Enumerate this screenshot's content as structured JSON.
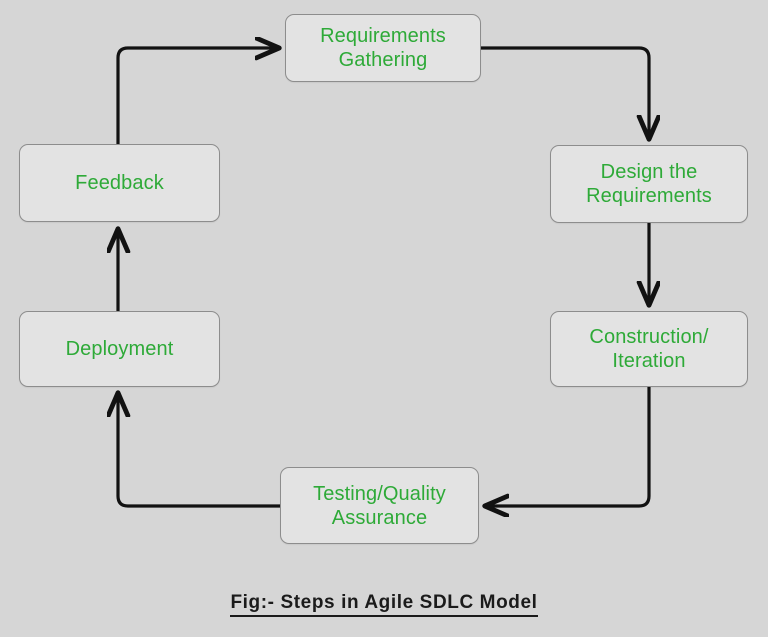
{
  "diagram": {
    "title": "Steps in Agile SDLC Model",
    "caption": "Fig:- Steps in Agile SDLC Model",
    "background_color": "#d6d6d6",
    "node_fill_color": "#e3e3e3",
    "node_border_color": "#8d8d8d",
    "node_text_color": "#2eaa38",
    "arrow_color": "#121212",
    "caption_color": "#1b1b1b",
    "type": "cycle-flowchart",
    "nodes": [
      {
        "id": "requirements",
        "label": "Requirements\nGathering"
      },
      {
        "id": "design",
        "label": "Design the\nRequirements"
      },
      {
        "id": "construction",
        "label": "Construction/\nIteration"
      },
      {
        "id": "testing",
        "label": "Testing/Quality\nAssurance"
      },
      {
        "id": "deployment",
        "label": "Deployment"
      },
      {
        "id": "feedback",
        "label": "Feedback"
      }
    ],
    "edges": [
      {
        "from": "requirements",
        "to": "design"
      },
      {
        "from": "design",
        "to": "construction"
      },
      {
        "from": "construction",
        "to": "testing"
      },
      {
        "from": "testing",
        "to": "deployment"
      },
      {
        "from": "deployment",
        "to": "feedback"
      },
      {
        "from": "feedback",
        "to": "requirements"
      }
    ]
  }
}
